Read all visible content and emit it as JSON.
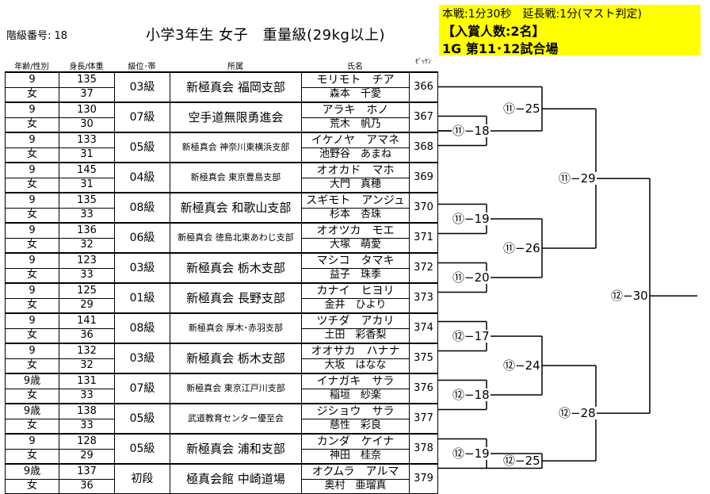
{
  "header": {
    "class_no_label": "階級番号: 18",
    "title": "小学3年生 女子　重量級(29kg以上)",
    "info_line1": "本戦:1分30秒　延長戦:1分(マスト判定)",
    "info_line2": "【入賞人数:2名】",
    "info_line3": "1G 第11･12試合場",
    "info_bg": "#ffff00"
  },
  "columns": {
    "age_sex": "年齢/性別",
    "height_weight": "身長/体重",
    "grade": "級位･帯",
    "dojo": "所属",
    "name": "氏名",
    "zekken": "ｾﾞｯｹﾝ"
  },
  "entries": [
    {
      "age": "9",
      "sex": "女",
      "height": "135",
      "weight": "37",
      "grade": "03級",
      "dojo": "新極真会 福岡支部",
      "kana": "モリモト　チア",
      "kanji": "森本　千愛",
      "zekken": "366"
    },
    {
      "age": "9",
      "sex": "女",
      "height": "130",
      "weight": "30",
      "grade": "07級",
      "dojo": "空手道無限勇進会",
      "kana": "アラキ　ホノ",
      "kanji": "荒木　帆乃",
      "zekken": "367"
    },
    {
      "age": "9",
      "sex": "女",
      "height": "133",
      "weight": "31",
      "grade": "05級",
      "dojo": "新極真会 神奈川東横浜支部",
      "kana": "イケノヤ　アマネ",
      "kanji": "池野谷　あまね",
      "zekken": "368"
    },
    {
      "age": "9",
      "sex": "女",
      "height": "145",
      "weight": "31",
      "grade": "04級",
      "dojo": "新極真会 東京豊島支部",
      "kana": "オオカド　マホ",
      "kanji": "大門　真穂",
      "zekken": "369"
    },
    {
      "age": "9",
      "sex": "女",
      "height": "135",
      "weight": "33",
      "grade": "08級",
      "dojo": "新極真会 和歌山支部",
      "kana": "スギモト　アンジュ",
      "kanji": "杉本　杏珠",
      "zekken": "370"
    },
    {
      "age": "9",
      "sex": "女",
      "height": "136",
      "weight": "32",
      "grade": "06級",
      "dojo": "新極真会 徳島北東あわじ支部",
      "kana": "オオツカ　モエ",
      "kanji": "大塚　萌愛",
      "zekken": "371"
    },
    {
      "age": "9",
      "sex": "女",
      "height": "123",
      "weight": "33",
      "grade": "03級",
      "dojo": "新極真会 栃木支部",
      "kana": "マシコ　タマキ",
      "kanji": "益子　珠季",
      "zekken": "372"
    },
    {
      "age": "9",
      "sex": "女",
      "height": "125",
      "weight": "29",
      "grade": "01級",
      "dojo": "新極真会 長野支部",
      "kana": "カナイ　ヒヨリ",
      "kanji": "金井　ひより",
      "zekken": "373"
    },
    {
      "age": "9",
      "sex": "女",
      "height": "141",
      "weight": "36",
      "grade": "08級",
      "dojo": "新極真会 厚木･赤羽支部",
      "kana": "ツチダ　アカリ",
      "kanji": "土田　彩香梨",
      "zekken": "374"
    },
    {
      "age": "9",
      "sex": "女",
      "height": "132",
      "weight": "32",
      "grade": "03級",
      "dojo": "新極真会 栃木支部",
      "kana": "オオサカ　ハナナ",
      "kanji": "大坂　はなな",
      "zekken": "375"
    },
    {
      "age": "9歳",
      "sex": "女",
      "height": "131",
      "weight": "33",
      "grade": "07級",
      "dojo": "新極真会 東京江戸川支部",
      "kana": "イナガキ　サラ",
      "kanji": "稲垣　紗楽",
      "zekken": "376"
    },
    {
      "age": "9歳",
      "sex": "女",
      "height": "138",
      "weight": "33",
      "grade": "05級",
      "dojo": "武道教育センター優至会",
      "kana": "ジショウ　サラ",
      "kanji": "慈性　彩良",
      "zekken": "377"
    },
    {
      "age": "9",
      "sex": "女",
      "height": "128",
      "weight": "29",
      "grade": "05級",
      "dojo": "新極真会 浦和支部",
      "kana": "カンダ　ケイナ",
      "kanji": "神田　桂奈",
      "zekken": "378"
    },
    {
      "age": "9歳",
      "sex": "女",
      "height": "137",
      "weight": "36",
      "grade": "初段",
      "dojo": "極真会館 中崎道場",
      "kana": "オクムラ　アルマ",
      "kanji": "奥村　亜瑠真",
      "zekken": "379"
    }
  ],
  "bracket": {
    "r1": [
      "⑪−18",
      "⑪−19",
      "⑪−20",
      "⑫−17",
      "⑫−18",
      "⑫−19"
    ],
    "r2": [
      "⑪−25",
      "⑪−26",
      "⑫−24",
      "⑫−25"
    ],
    "r3": [
      "⑪−29",
      "⑫−28"
    ],
    "final": [
      "⑫−30"
    ]
  }
}
